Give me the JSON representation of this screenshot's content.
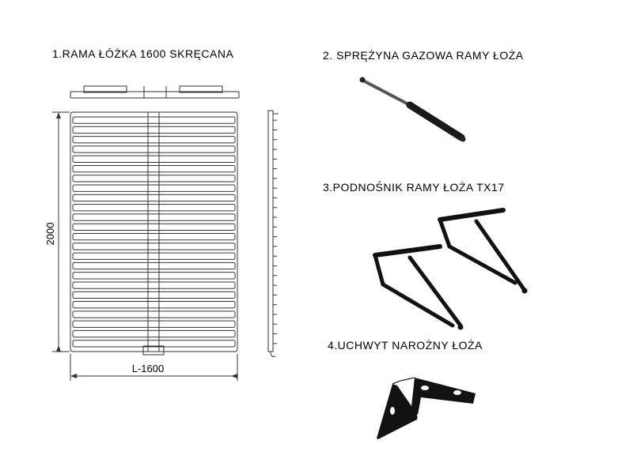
{
  "labels": {
    "item1": "1.RAMA ŁÓŻKA 1600 SKRĘCANA",
    "item2": "2. SPRĘŻYNA GAZOWA RAMY ŁOŻA",
    "item3": "3.PODNOŚNIK RAMY ŁOŻA TX17",
    "item4": "4.UCHWYT NAROŻNY ŁOŻA"
  },
  "dimensions": {
    "height": "2000",
    "width": "L-1600"
  },
  "frame": {
    "slat_count": 24
  },
  "colors": {
    "line": "#333333",
    "hardware": "#111111"
  }
}
